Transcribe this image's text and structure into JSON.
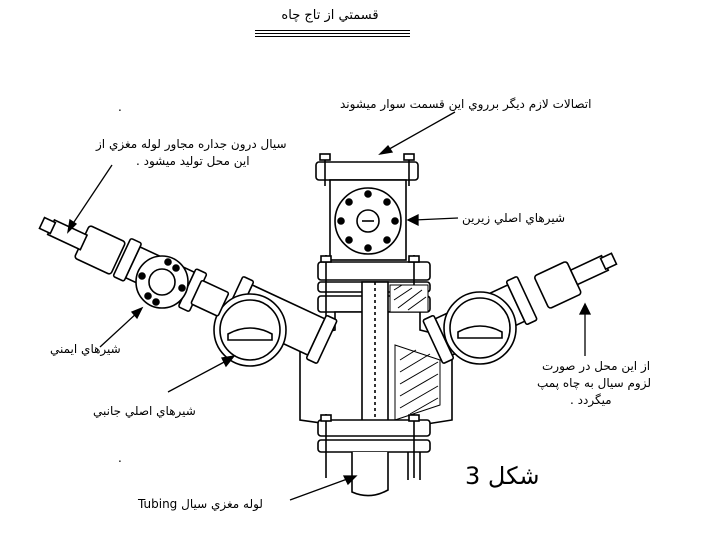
{
  "page": {
    "title": "قسمتي از تاج چاه",
    "figure_label": "شکل 3"
  },
  "labels": {
    "fittings": "اتصالات لازم ديگر برروي اين قسمت سوار ميشوند",
    "annulus_fluid_line1": "سيال درون جداره مجاور لوله مغزي از",
    "annulus_fluid_line2": "اين محل توليد ميشود .",
    "lower_master_valve": "شيرهاي اصلي زيرين",
    "safety_valves": "شيرهاي ايمني",
    "side_master_valves": "شيرهاي اصلي جانبي",
    "pump_line1": "از اين محل در صورت",
    "pump_line2": "لزوم سيال به چاه پمپ",
    "pump_line3": "ميگردد .",
    "tubing": "لوله مغزي سيال Tubing",
    "dot": "."
  }
}
